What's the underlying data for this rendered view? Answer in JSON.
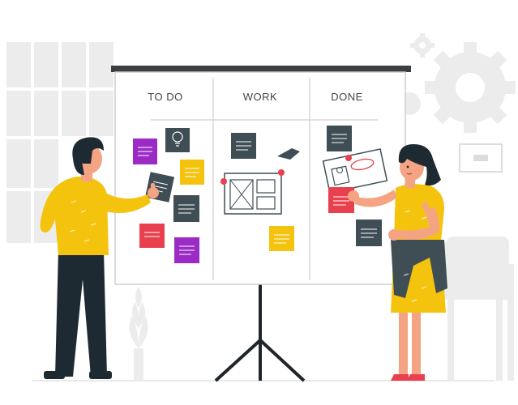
{
  "board": {
    "columns": [
      "TO DO",
      "WORK",
      "DONE"
    ]
  },
  "colors": {
    "background_shapes": "#ececec",
    "board_frame": "#3a3f44",
    "sticky_purple": "#9b2bc4",
    "sticky_yellow": "#f4c30e",
    "sticky_dark": "#3f4d55",
    "sticky_red": "#e8404f",
    "man_shirt": "#f4c30e",
    "woman_dress": "#f4c30e",
    "skin": "#f4a483",
    "hair": "#1e2a32"
  },
  "icons": [
    "lightbulb-icon",
    "gear-icon",
    "pointer-arrow-icon",
    "profile-card-icon",
    "wireframe-icon"
  ]
}
